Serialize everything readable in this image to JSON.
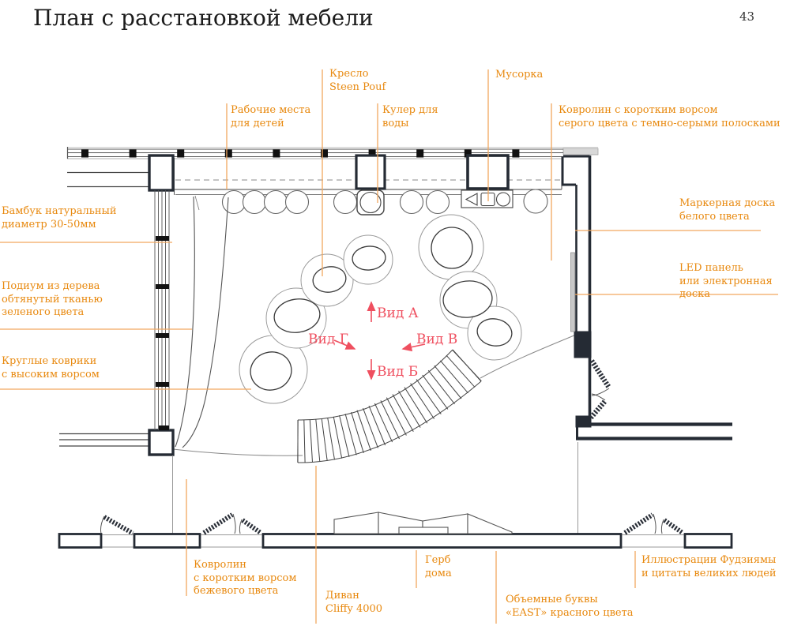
{
  "page": {
    "title": "План с расстановкой мебели",
    "number": "43"
  },
  "annotations": {
    "armchair": "Кресло\nSteen Pouf",
    "workplaces": "Рабочие места\nдля детей",
    "cooler": "Кулер для\nводы",
    "trash": "Мусорка",
    "carpet_gray": "Ковролин с коротким ворсом\nсерого цвета с темно-серыми полосками",
    "bamboo": "Бамбук натуральный\nдиаметр 30-50мм",
    "marker_board": "Маркерная доска\nбелого цвета",
    "led_panel": "LED панель\nили электронная доска",
    "podium": "Подиум из дерева\nобтянутый тканью\nзеленого цвета",
    "round_rugs": "Круглые коврики\nс высоким ворсом",
    "carpet_beige": "Ковролин\nс коротким ворсом\nбежевого цвета",
    "sofa": "Диван\nCliffy 4000",
    "emblem": "Герб\nдома",
    "letters": "Объемные буквы\n«EAST» красного цвета",
    "illustrations": "Иллюстрации Фудзиямы\nи цитаты великих людей"
  },
  "views": {
    "a": "Вид А",
    "b": "Вид Б",
    "v": "Вид В",
    "g": "Вид Г"
  },
  "colors": {
    "label_orange": "#e8890f",
    "leader_orange": "#f2a85f",
    "view_red": "#ef4f5f",
    "wall_dark": "#252b34"
  }
}
